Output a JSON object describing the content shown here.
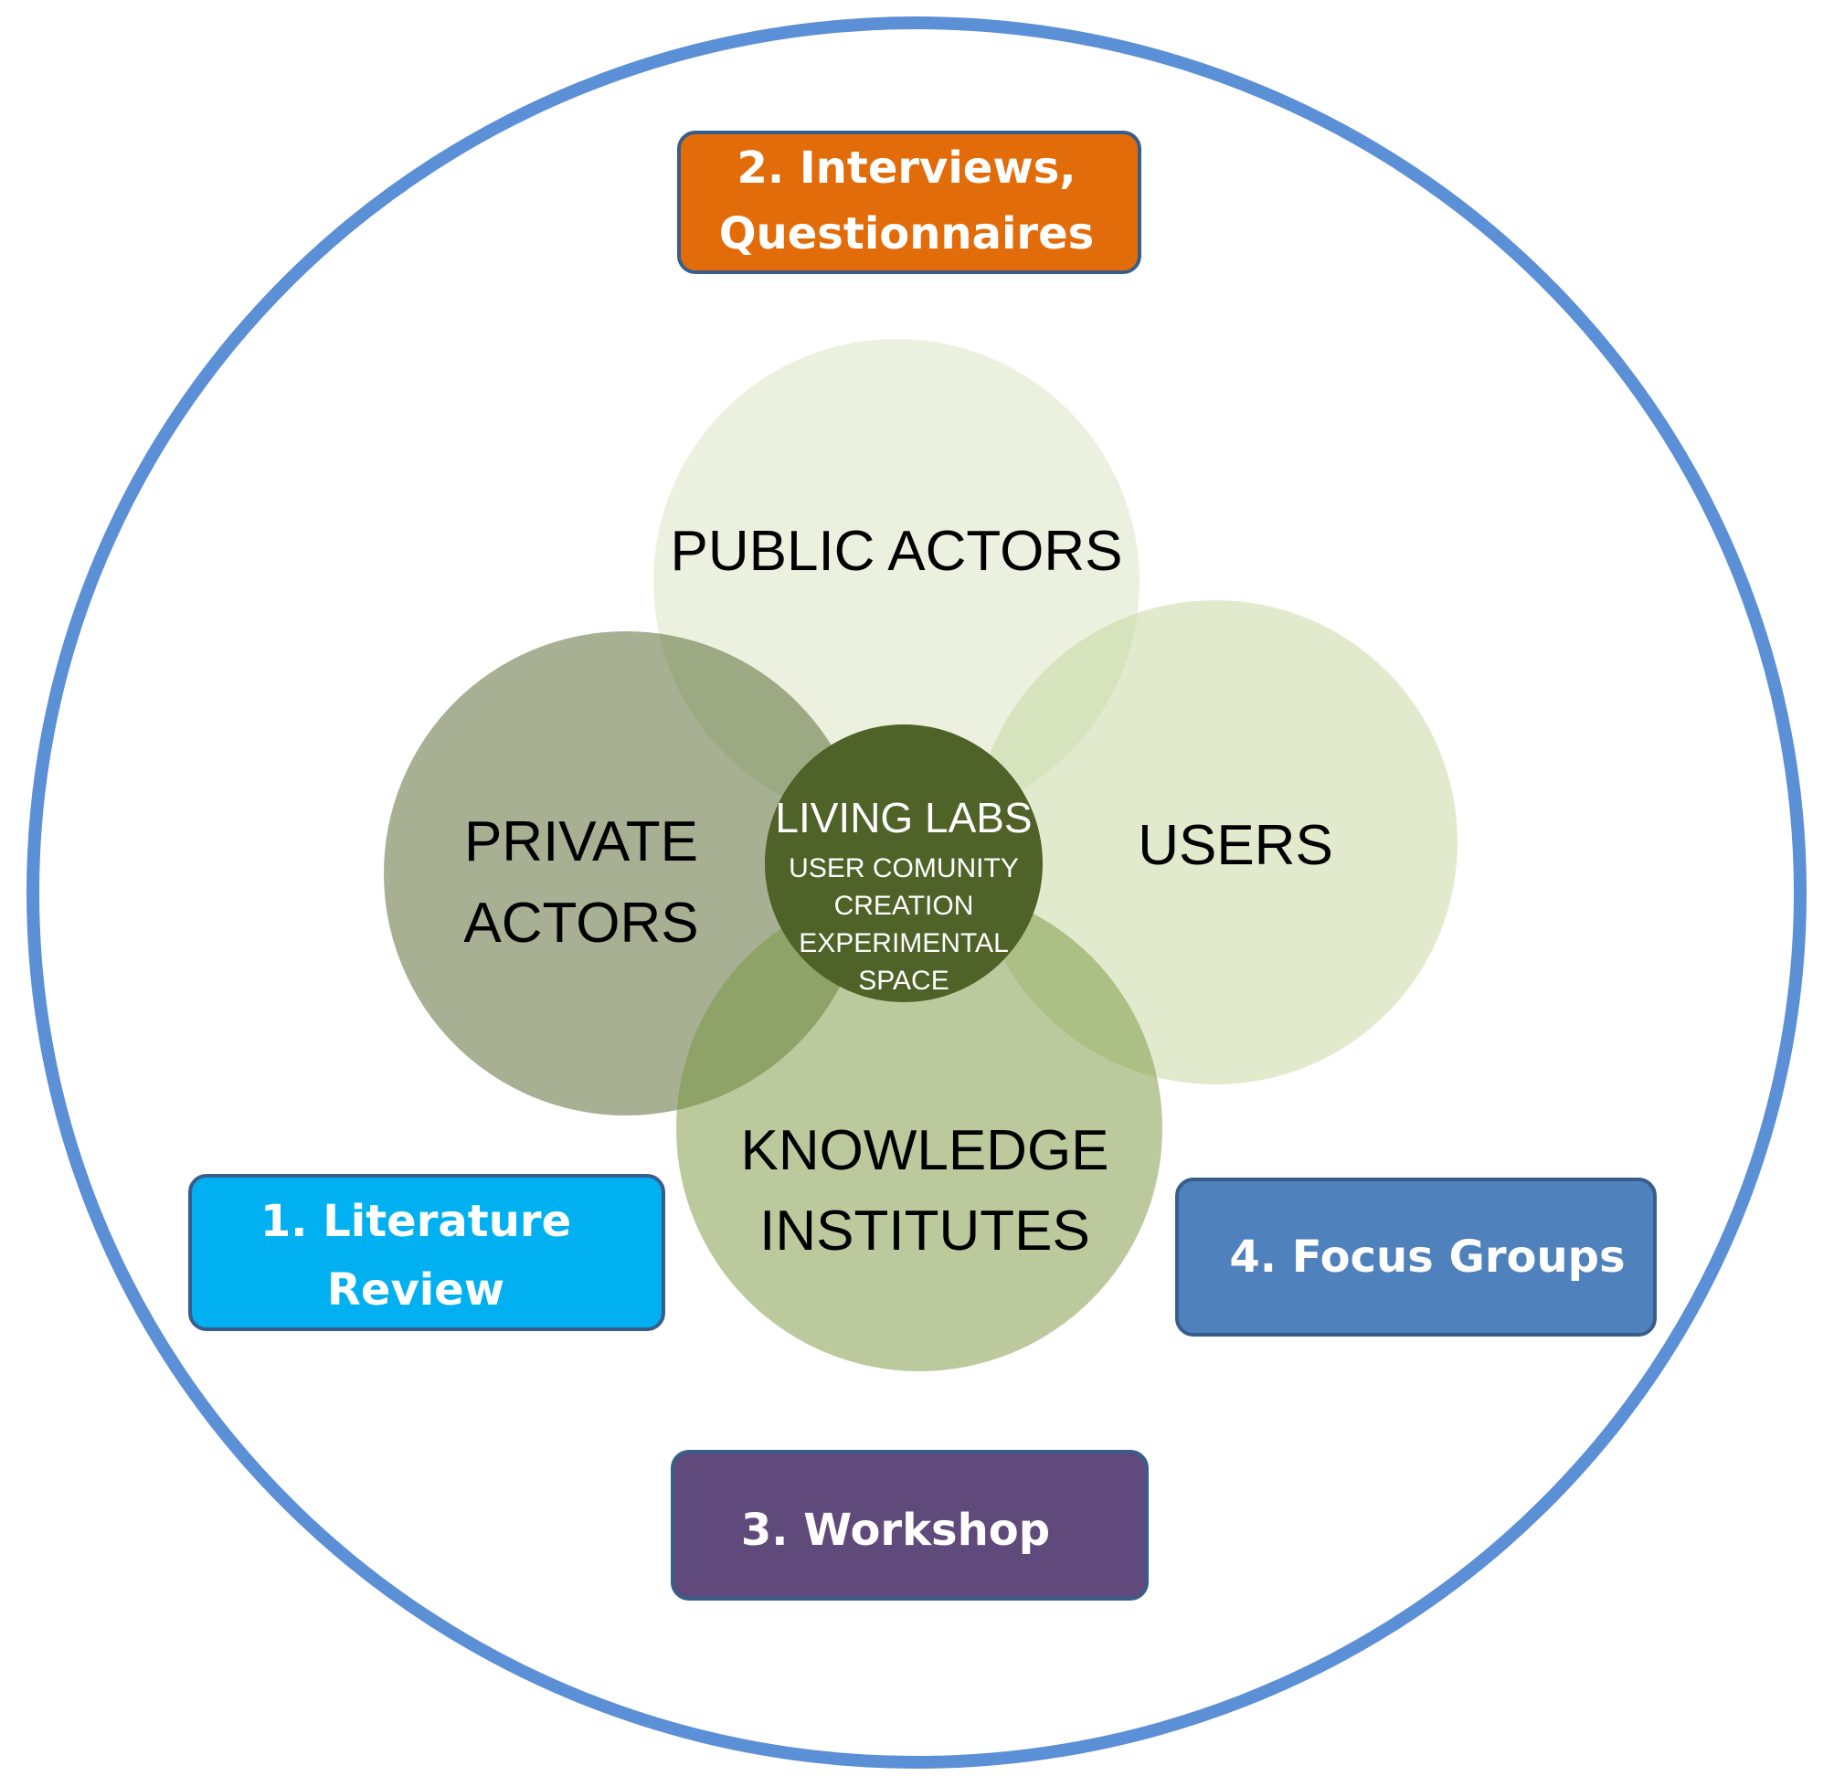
{
  "methods": {
    "literature": {
      "line1": "1. Literature",
      "line2": "Review",
      "color": "#00B0F0"
    },
    "interviews": {
      "line1": "2. Interviews,",
      "line2": "Questionnaires",
      "color": "#E36C0A"
    },
    "workshop": {
      "label": "3.  Workshop",
      "color": "#604A7B"
    },
    "focus": {
      "label": "4. Focus Groups",
      "color": "#4F81BD"
    }
  },
  "actors": {
    "public": {
      "label": "PUBLIC ACTORS"
    },
    "private": {
      "line1": "PRIVATE",
      "line2": "ACTORS"
    },
    "users": {
      "label": "USERS"
    },
    "knowledge": {
      "line1": "KNOWLEDGE",
      "line2": "INSTITUTES"
    }
  },
  "center": {
    "title": "LIVING LABS",
    "line1": "USER COMUNITY",
    "line2": "CREATION",
    "line3": "EXPERIMENTAL",
    "line4": "SPACE",
    "color": "#4F6228"
  },
  "outer_ring_color": "#5B8FD6"
}
